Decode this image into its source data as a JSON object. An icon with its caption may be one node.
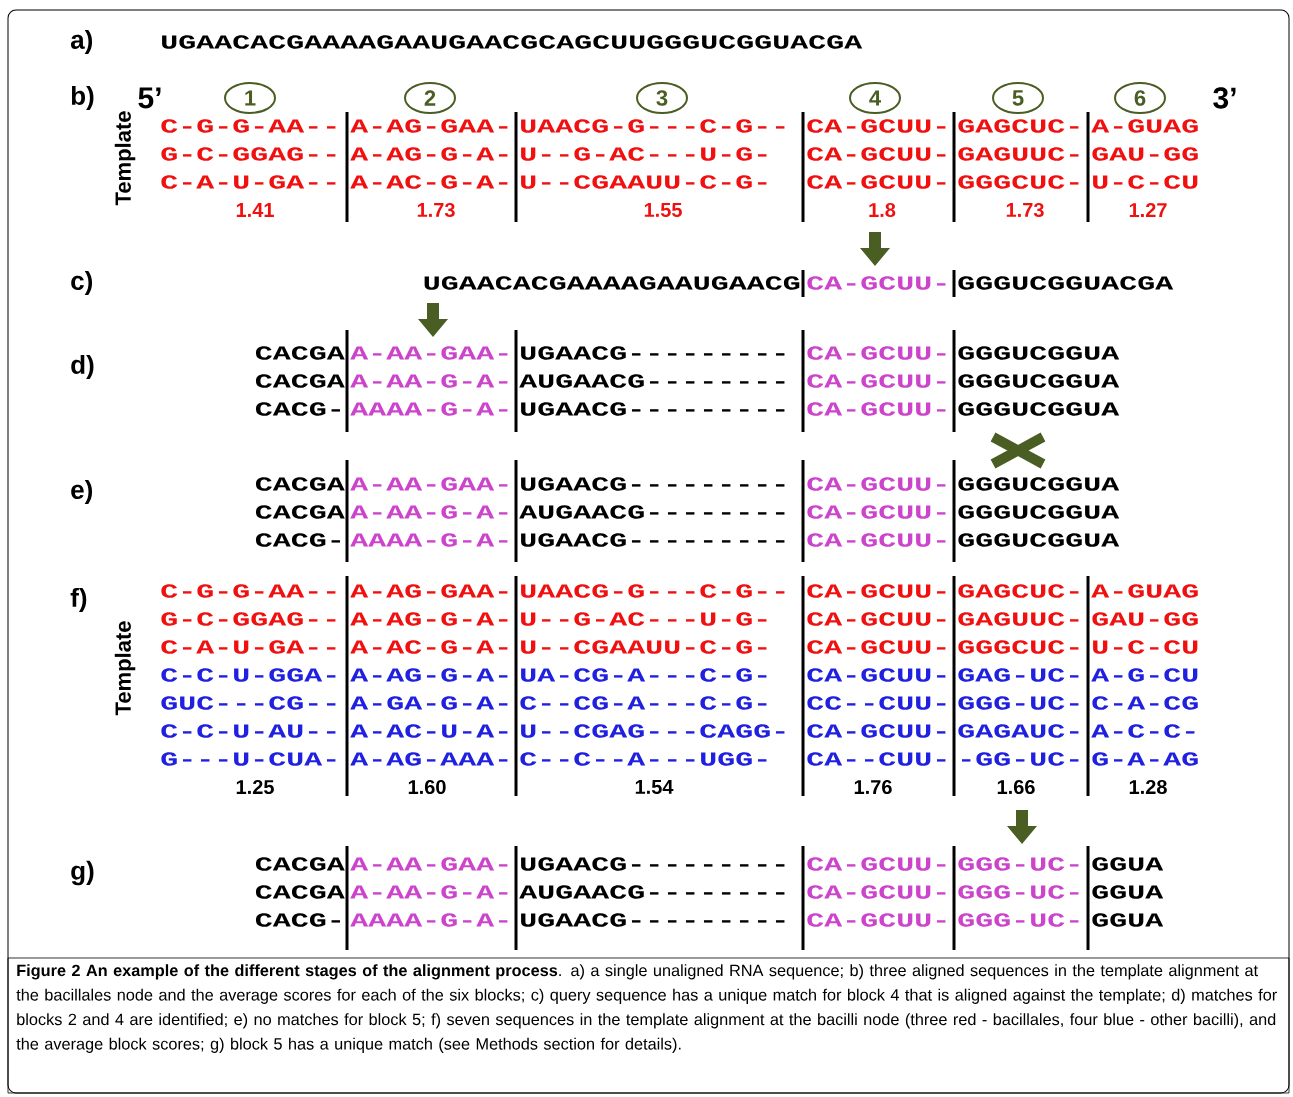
{
  "diagram": {
    "caption": "**Figure 2 An example of the different stages of the alignment process**. a) a single unaligned RNA sequence; b) three aligned sequences in the template alignment at the bacillales node and the average scores for each of the six blocks; c) query sequence has a unique match for block 4 that is aligned against the template; d) matches for blocks 2 and 4 are identified; e) no matches for block 5; f) seven sequences in the template alignment at the bacilli node (three red - bacillales, four blue - other bacilli), and the average block scores; g) block 5 has a unique match (see Methods section for details).",
    "nodes": [
      {
        "text": [
          "1"
        ]
      },
      {
        "text": [
          "2"
        ]
      },
      {
        "text": [
          "3"
        ]
      },
      {
        "text": [
          "4"
        ]
      },
      {
        "text": [
          "5"
        ]
      },
      {
        "text": [
          "6"
        ]
      }
    ],
    "labels": [
      "a)",
      "UGAACACGAAAAGAAUGAACGCAGCUUGGGUCGGUACGA",
      "b)",
      "5’",
      "3’",
      "Template",
      "C-G-G-AA--",
      "A-AG-GAA-",
      "UAACG-G---C-G--",
      "CA-GCUU-",
      "GAGCUC-",
      "A-GUAG",
      "G-C-GGAG--",
      "A-AG-G-A-",
      "U--G-AC---U-G-",
      "CA-GCUU-",
      "GAGUUC-",
      "GAU-GG",
      "C-A-U-GA--",
      "A-AC-G-A-",
      "U--CGAAUU-C-G-",
      "CA-GCUU-",
      "GGGCUC-",
      "U-C-CU",
      "1.41",
      "1.73",
      "1.55",
      "1.8",
      "1.73",
      "1.27",
      "c)",
      "UGAACACGAAAAGAAUGAACG",
      "CA-GCUU-",
      "GGGUCGGUACGA",
      "d)",
      "CACGA",
      "A-AA-GAA-",
      "UGAACG---------",
      "CA-GCUU-",
      "GGGUCGGUA",
      "CACGA",
      "A-AA-G-A-",
      "AUGAACG--------",
      "CA-GCUU-",
      "GGGUCGGUA",
      "CACG-",
      "AAAA-G-A-",
      "UGAACG---------",
      "CA-GCUU-",
      "GGGUCGGUA",
      "e)",
      "CACGA",
      "A-AA-GAA-",
      "UGAACG---------",
      "CA-GCUU-",
      "GGGUCGGUA",
      "CACGA",
      "A-AA-G-A-",
      "AUGAACG--------",
      "CA-GCUU-",
      "GGGUCGGUA",
      "CACG-",
      "AAAA-G-A-",
      "UGAACG---------",
      "CA-GCUU-",
      "GGGUCGGUA",
      "f)",
      "Template",
      "C-G-G-AA--",
      "A-AG-GAA-",
      "UAACG-G---C-G--",
      "CA-GCUU-",
      "GAGCUC-",
      "A-GUAG",
      "G-C-GGAG--",
      "A-AG-G-A-",
      "U--G-AC---U-G-",
      "CA-GCUU-",
      "GAGUUC-",
      "GAU-GG",
      "C-A-U-GA--",
      "A-AC-G-A-",
      "U--CGAAUU-C-G-",
      "CA-GCUU-",
      "GGGCUC-",
      "U-C-CU",
      "C-C-U-GGA-",
      "A-AG-G-A-",
      "UA-CG-A---C-G-",
      "CA-GCUU-",
      "GAG-UC-",
      "A-G-CU",
      "GUC---CG--",
      "A-GA-G-A-",
      "C--CG-A---C-G-",
      "CC--CUU-",
      "GGG-UC-",
      "C-A-CG",
      "C-C-U-AU--",
      "A-AC-U-A-",
      "U--CGAG---CAGG-",
      "CA-GCUU-",
      "GAGAUC-",
      "A-C-C-",
      "G---U-CUA-",
      "A-AG-AAA-",
      "C--C--A---UGG-",
      "CA--CUU-",
      "-GG-UC-",
      "G-A-AG",
      "1.25",
      "1.60",
      "1.54",
      "1.76",
      "1.66",
      "1.28",
      "g)",
      "CACGA",
      "A-AA-GAA-",
      "UGAACG---------",
      "CA-GCUU-",
      "GGG-UC-",
      "GGUA",
      "CACGA",
      "A-AA-G-A-",
      "AUGAACG--------",
      "CA-GCUU-",
      "GGG-UC-",
      "GGUA",
      "CACG-",
      "AAAA-G-A-",
      "UGAACG---------",
      "CA-GCUU-",
      "GGG-UC-",
      "GGUA"
    ]
  }
}
